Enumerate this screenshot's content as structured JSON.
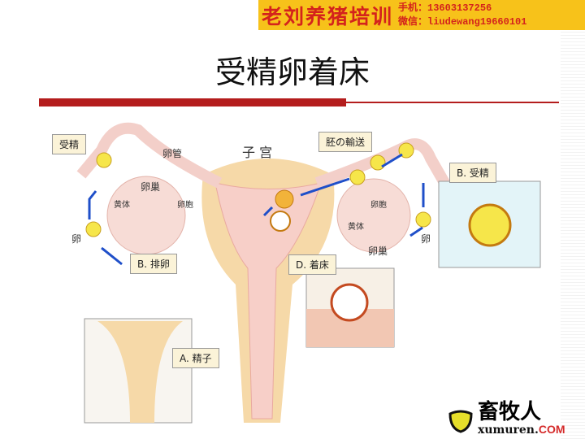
{
  "banner": {
    "name": "老刘养猪培训",
    "phone": "手机：13603137256",
    "wechat": "微信：liudewang19660101"
  },
  "title": "受精卵着床",
  "labels": {
    "fertilization": "受精",
    "oviduct": "卵管",
    "uterus": "子 宫",
    "embryo_transport": "胚の輸送",
    "b_fertilization": "B. 受精",
    "ovary_left": "卵巢",
    "ovary_right": "卵巢",
    "corpus_left": "黄体",
    "corpus_right": "黄体",
    "follicle_left": "卵胞",
    "follicle_right": "卵胞",
    "egg_left": "卵",
    "egg_right": "卵",
    "b_ovulation": "B. 排卵",
    "d_implantation": "D. 着床",
    "a_sperm": "A. 精子"
  },
  "logo": {
    "cn": "畜牧人",
    "en": "xumuren.",
    "en_suffix": "COM"
  }
}
